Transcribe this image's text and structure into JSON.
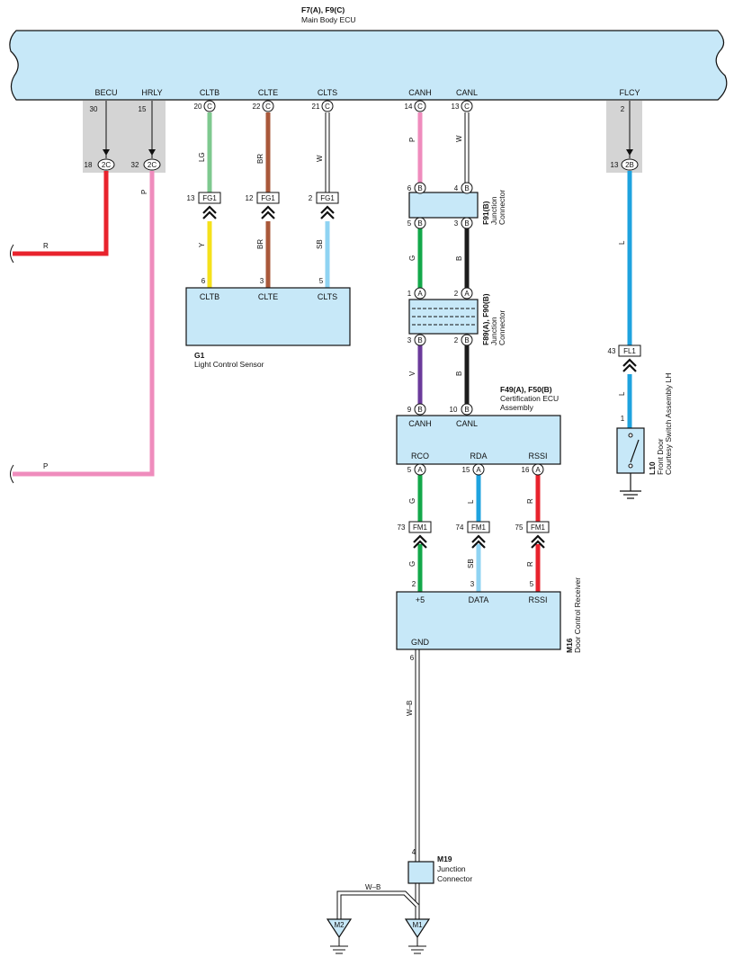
{
  "colors": {
    "R": "#e8232d",
    "P": "#ef8cbd",
    "LG": "#7ec98f",
    "BR": "#a9583a",
    "W": "#ffffff",
    "Y": "#f5e11b",
    "SB": "#8fd3f2",
    "G": "#13a84a",
    "B": "#1c1c1c",
    "V": "#6b3a9b",
    "L": "#1ea3df",
    "W-B": "#ffffff",
    "box_fill": "#c7e8f8",
    "shade": "#d4d4d4"
  },
  "main_ecu": {
    "ref": "F7(A), F9(C)",
    "name": "Main Body ECU",
    "terminals": [
      "BECU",
      "HRLY",
      "CLTB",
      "CLTE",
      "CLTS",
      "CANH",
      "CANL",
      "FLCY"
    ]
  },
  "pins": {
    "becu_ecu": "30",
    "becu_2c": "18",
    "hrly_ecu": "15",
    "hrly_2c": "32",
    "cltb_ecu": "20",
    "clte_ecu": "22",
    "clts_ecu": "21",
    "canh_ecu": "14",
    "canl_ecu": "13",
    "flcy_ecu": "2",
    "flcy_2b": "13",
    "fg1_a": "13",
    "fg1_b": "12",
    "fg1_c": "2",
    "g1_a": "6",
    "g1_b": "3",
    "g1_c": "5",
    "f91_a_top": "6",
    "f91_b_top": "4",
    "f91_a_bot": "5",
    "f91_b_bot": "3",
    "f89_a_top": "1",
    "f89_b_top": "2",
    "f89_a_bot": "3",
    "f89_b_bot": "2",
    "f49_canh": "9",
    "f49_canl": "10",
    "f49_rco": "5",
    "f49_rda": "15",
    "f49_rssi": "16",
    "fm1_a": "73",
    "fm1_b": "74",
    "fm1_c": "75",
    "m16_a": "2",
    "m16_b": "3",
    "m16_c": "5",
    "m16_gnd": "6",
    "fl1": "43",
    "l10": "1",
    "m19": "4"
  },
  "connectors": {
    "c": "C",
    "b": "B",
    "a": "A",
    "c2": "2C",
    "b2": "2B",
    "fg1": "FG1",
    "fm1": "FM1",
    "fl1": "FL1"
  },
  "wire_codes": {
    "r": "R",
    "p": "P",
    "lg": "LG",
    "br": "BR",
    "w": "W",
    "y": "Y",
    "sb": "SB",
    "g": "G",
    "b": "B",
    "v": "V",
    "l": "L",
    "wb": "W–B"
  },
  "g1": {
    "id": "G1",
    "name": "Light Control Sensor",
    "terminals": [
      "CLTB",
      "CLTE",
      "CLTS"
    ]
  },
  "f91": {
    "id": "F91(B)",
    "name1": "Junction",
    "name2": "Connector"
  },
  "f89": {
    "id": "F89(A), F90(B)",
    "name1": "Junction",
    "name2": "Connector"
  },
  "f49": {
    "id": "F49(A), F50(B)",
    "name1": "Certification ECU",
    "name2": "Assembly",
    "top_terminals": [
      "CANH",
      "CANL"
    ],
    "bottom_terminals": [
      "RCO",
      "RDA",
      "RSSI"
    ]
  },
  "m16": {
    "id": "M16",
    "name": "Door Control Receiver",
    "terminals": [
      "+5",
      "DATA",
      "RSSI"
    ],
    "gnd": "GND"
  },
  "m19": {
    "id": "M19",
    "name1": "Junction",
    "name2": "Connector"
  },
  "l10": {
    "id": "L10",
    "name1": "Front Door",
    "name2": "Courtesy Switch Assembly LH"
  },
  "grounds": [
    "M2",
    "M1"
  ]
}
